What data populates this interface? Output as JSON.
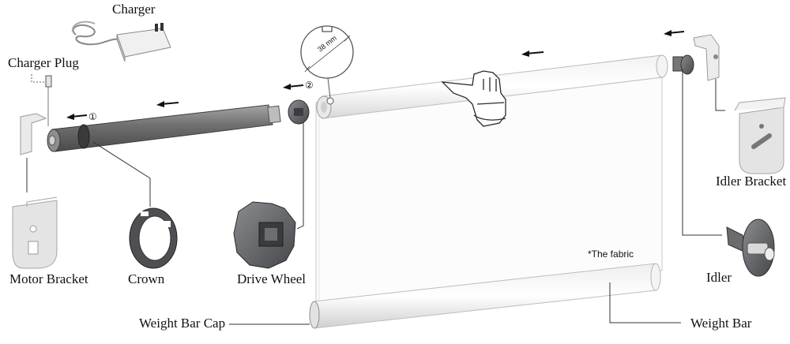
{
  "labels": {
    "charger": "Charger",
    "charger_plug": "Charger Plug",
    "motor_bracket": "Motor Bracket",
    "crown": "Crown",
    "drive_wheel": "Drive Wheel",
    "weight_bar_cap": "Weight Bar Cap",
    "weight_bar": "Weight Bar",
    "idler": "Idler",
    "idler_bracket": "Idler Bracket",
    "fabric_note": "*The fabric",
    "tube_diameter": "38 mm"
  },
  "steps": {
    "step1": "①",
    "step2": "②"
  },
  "colors": {
    "line": "#333333",
    "motor_tube": "#7a7a7a",
    "part_dark": "#5f6166",
    "bracket": "#e3e3e3"
  }
}
